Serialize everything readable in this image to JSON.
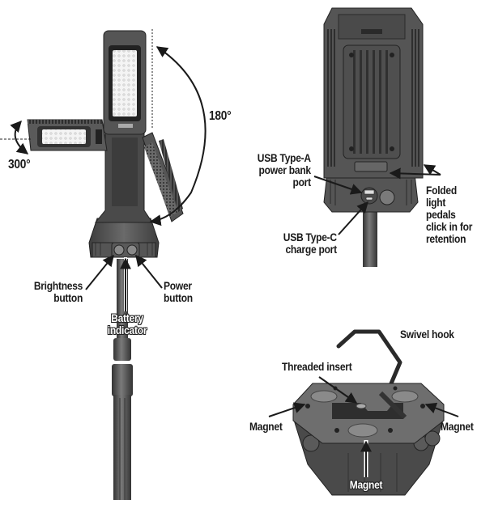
{
  "colors": {
    "background": "#ffffff",
    "body_dark": "#4a4a4a",
    "body_mid": "#6e6e6e",
    "body_light": "#8c8c8c",
    "lens": "#f2f2f2",
    "text": "#1a1a1a"
  },
  "views": {
    "left_view": {
      "angles": {
        "side_rotation": "300°",
        "head_rotation": "180°"
      },
      "labels": {
        "brightness_button": [
          "Brightness",
          "button"
        ],
        "power_button": [
          "Power",
          "button"
        ],
        "battery_indicator": [
          "Battery",
          "indicator"
        ]
      }
    },
    "top_right_view": {
      "labels": {
        "usb_a": [
          "USB Type-A",
          "power bank",
          "port"
        ],
        "usb_c": [
          "USB Type-C",
          "charge port"
        ],
        "folded_pedals": [
          "Folded",
          "light",
          "pedals",
          "click in for",
          "retention"
        ]
      }
    },
    "bottom_right_view": {
      "labels": {
        "swivel_hook": "Swivel hook",
        "threaded_insert": "Threaded insert",
        "magnet_left": "Magnet",
        "magnet_right": "Magnet",
        "magnet_bottom": "Magnet"
      }
    }
  }
}
